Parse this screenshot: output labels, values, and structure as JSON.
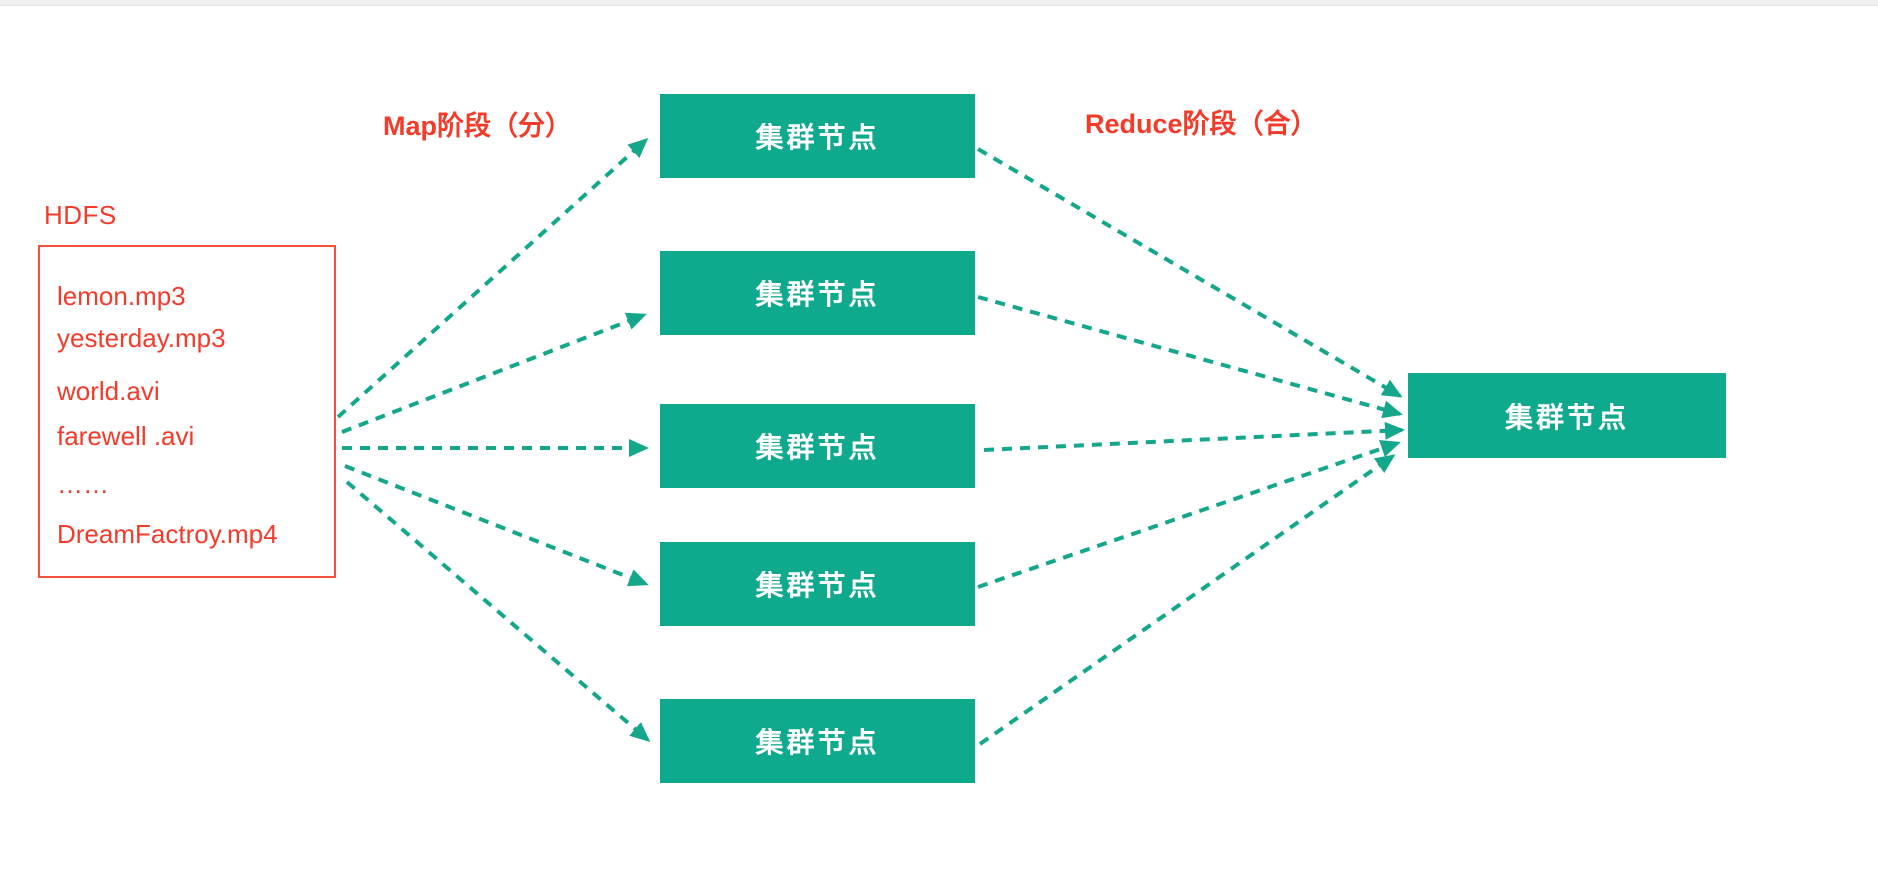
{
  "stage_labels": {
    "map": "Map阶段（分）",
    "reduce": "Reduce阶段（合）"
  },
  "hdfs": {
    "title": "HDFS",
    "files": [
      "lemon.mp3",
      "yesterday.mp3",
      "world.avi",
      "farewell .avi",
      "……",
      "DreamFactroy.mp4"
    ]
  },
  "cluster_nodes": {
    "map_nodes": [
      "集群节点",
      "集群节点",
      "集群节点",
      "集群节点",
      "集群节点"
    ],
    "reduce_node": "集群节点"
  },
  "colors": {
    "node_green": "#0faa8d",
    "arrow_green": "#14a78b",
    "label_red": "#f43b2a",
    "hdfs_border_red": "#f5503e",
    "node_text": "#ffffff",
    "top_strip_gray": "#f0f0f0"
  }
}
